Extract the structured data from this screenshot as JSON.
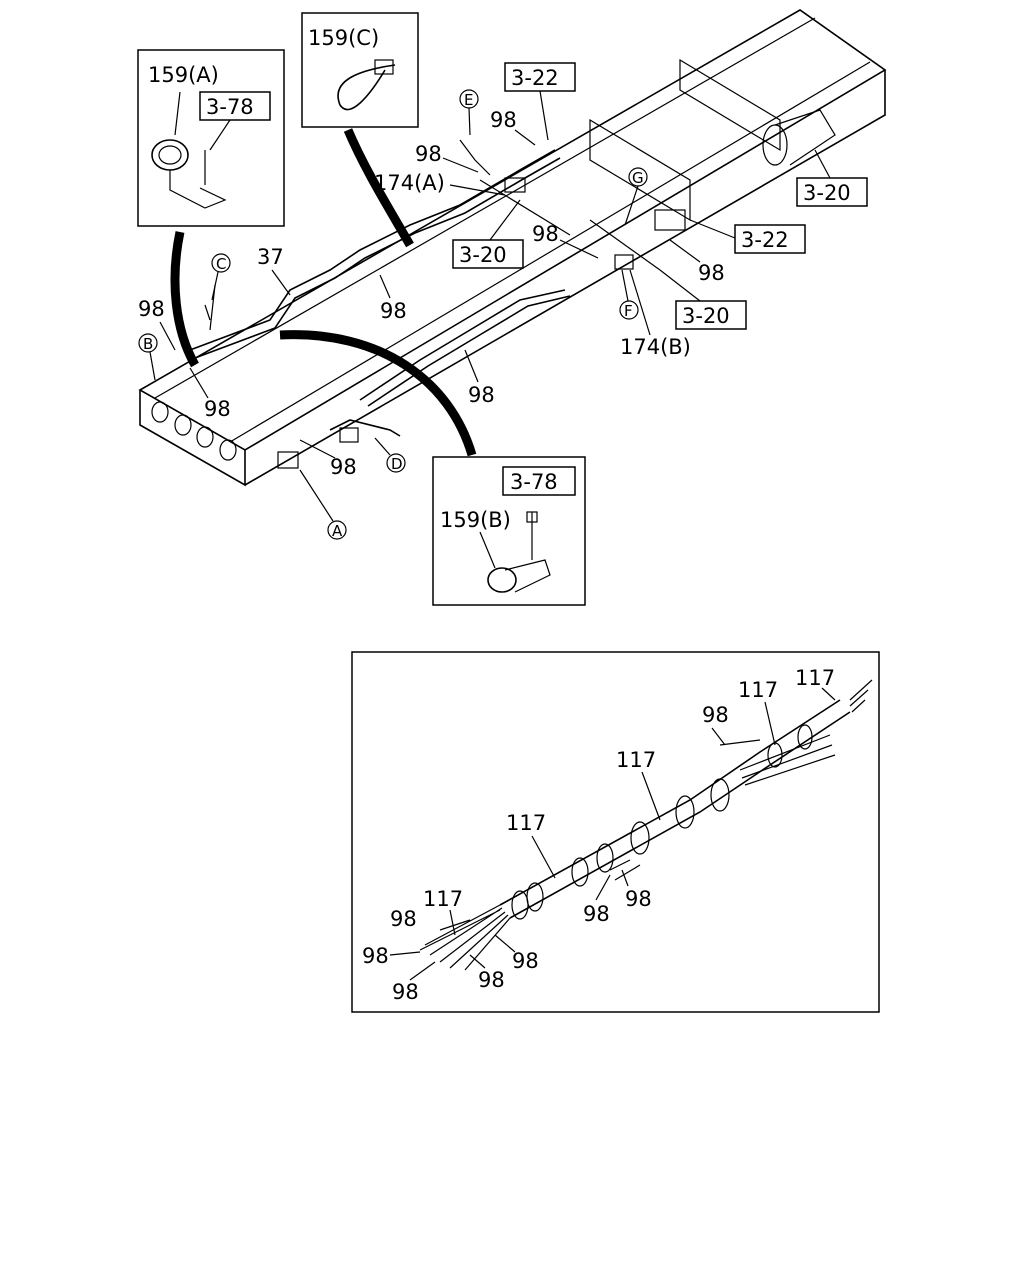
{
  "callouts": {
    "c159a": "159(A)",
    "c159b": "159(B)",
    "c159c": "159(C)",
    "r378a": "3-78",
    "r378b": "3-78",
    "r322a": "3-22",
    "r322b": "3-22",
    "r320a": "3-20",
    "r320b": "3-20",
    "r320c": "3-20",
    "c174a": "174(A)",
    "c174b": "174(B)",
    "c37": "37",
    "n98_1": "98",
    "n98_2": "98",
    "n98_3": "98",
    "n98_4": "98",
    "n98_5": "98",
    "n98_6": "98",
    "n98_7": "98",
    "n98_8": "98",
    "n98_9": "98",
    "markE": "E",
    "markG": "G",
    "markC": "C",
    "markB": "B",
    "markF": "F",
    "markD": "D",
    "markA": "A"
  },
  "harness": {
    "a117_1": "117",
    "a117_2": "117",
    "a117_3": "117",
    "a117_4": "117",
    "a117_5": "117",
    "b98_1": "98",
    "b98_2": "98",
    "b98_3": "98",
    "b98_4": "98",
    "b98_5": "98",
    "b98_6": "98",
    "b98_7": "98",
    "b98_8": "98"
  },
  "colors": {
    "ink": "#000000",
    "paper": "#ffffff"
  }
}
